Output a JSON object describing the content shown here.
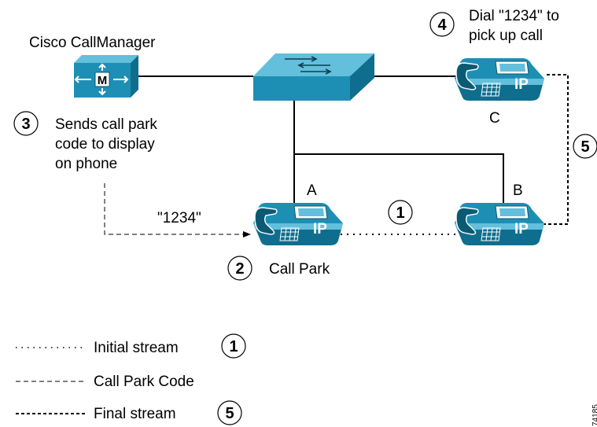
{
  "colors": {
    "device_fill": "#1e8fb4",
    "device_dark": "#0f6e8e",
    "device_light": "#63bfdc",
    "line": "#000000"
  },
  "callmanager": {
    "title": "Cisco CallManager",
    "badge": "M"
  },
  "switch": {
    "icon": "switch-icon"
  },
  "phones": [
    {
      "id": "A",
      "label": "A",
      "badge": "IP"
    },
    {
      "id": "B",
      "label": "B",
      "badge": "IP"
    },
    {
      "id": "C",
      "label": "C",
      "badge": "IP"
    }
  ],
  "steps": [
    {
      "num": "1"
    },
    {
      "num": "2",
      "text": "Call Park"
    },
    {
      "num": "3",
      "lines": [
        "Sends call park",
        "code to display",
        "on phone"
      ]
    },
    {
      "num": "4",
      "lines": [
        "Dial \"1234\" to",
        "pick up call"
      ]
    },
    {
      "num": "5"
    }
  ],
  "park_code_label": "\"1234\"",
  "legend": [
    {
      "label": "Initial stream",
      "num": "1"
    },
    {
      "label": "Call Park Code"
    },
    {
      "label": "Final stream",
      "num": "5"
    }
  ],
  "figure_id": "74185"
}
